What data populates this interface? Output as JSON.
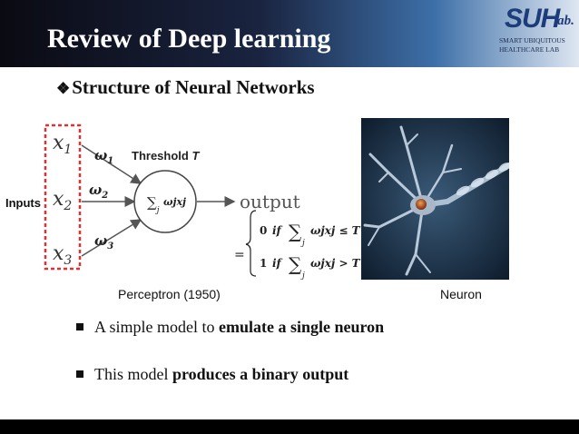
{
  "slide": {
    "title": "Review of  Deep learning",
    "logo_text": "SUH",
    "logo_lab": "lab.",
    "logo_sub1": "SMART UBIQUITOUS",
    "logo_sub2": "HEALTHCARE LAB",
    "subheading": "Structure of Neural Networks"
  },
  "perceptron": {
    "x1": "x",
    "x1_sub": "1",
    "x2": "x",
    "x2_sub": "2",
    "x3": "x",
    "x3_sub": "3",
    "w1": "ω",
    "w1_sub": "1",
    "w2": "ω",
    "w2_sub": "2",
    "w3": "ω",
    "w3_sub": "3",
    "threshold": "Threshold",
    "threshold_var": "T",
    "inputs": "Inputs",
    "sum_label": "∑",
    "sum_sub": "j",
    "sum_term": "ωjxj",
    "output": "output",
    "eq_sign": "=",
    "case1_value": "0",
    "case1_cond": "if",
    "case1_expr": "ωjxj ≤ T",
    "case2_value": "1",
    "case2_cond": "if",
    "case2_expr": "ωjxj > T",
    "case_sum_sub": "j",
    "caption": "Perceptron (1950)"
  },
  "neuron_caption": "Neuron",
  "bullets": [
    {
      "pre": "A simple model to ",
      "bold": "emulate a single neuron"
    },
    {
      "pre": "This model ",
      "bold": "produces a binary output"
    }
  ]
}
